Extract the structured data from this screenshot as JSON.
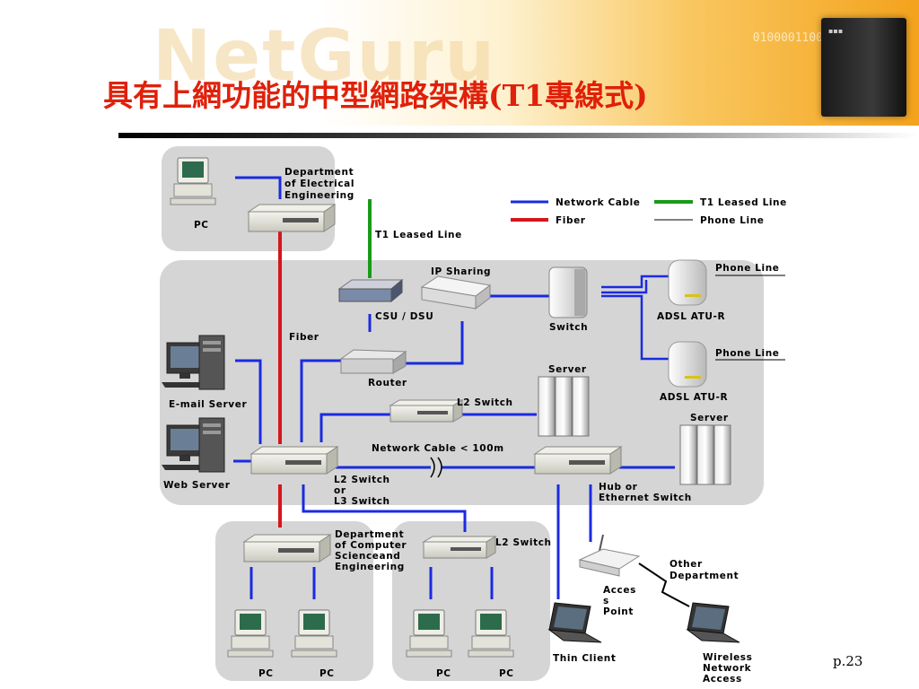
{
  "header": {
    "title": "具有上網功能的中型網路架構(T1專線式)",
    "page_number": "p.23"
  },
  "legend": {
    "network_cable": "Network Cable",
    "fiber": "Fiber",
    "t1_leased_line": "T1 Leased Line",
    "phone_line": "Phone Line"
  },
  "labels": {
    "dept_ee_line1": "Department",
    "dept_ee_line2": "of Electrical",
    "dept_ee_line3": "Engineering",
    "pc": "PC",
    "t1_leased_line": "T1 Leased Line",
    "ip_sharing": "IP Sharing",
    "csu_dsu": "CSU / DSU",
    "switch": "Switch",
    "phone_line_1": "Phone Line",
    "phone_line_2": "Phone Line",
    "adsl_1": "ADSL ATU-R",
    "adsl_2": "ADSL ATU-R",
    "fiber": "Fiber",
    "router": "Router",
    "server_1": "Server",
    "server_2": "Server",
    "email_server": "E-mail Server",
    "l2_switch_mid": "L2 Switch",
    "network_cable_100m": "Network Cable < 100m",
    "web_server": "Web Server",
    "l2l3_line1": "L2 Switch",
    "l2l3_line2": "or",
    "l2l3_line3": "L3 Switch",
    "hub_line1": "Hub or",
    "hub_line2": "Ethernet Switch",
    "dept_cs_line1": "Department",
    "dept_cs_line2": "of Computer",
    "dept_cs_line3": "Scienceand",
    "dept_cs_line4": "Engineering",
    "l2_switch_bottom": "L2 Switch",
    "other_dept_line1": "Other",
    "other_dept_line2": "Department",
    "access_line1": "Acces",
    "access_line2": "s",
    "access_line3": "Point",
    "thin_client": "Thin Client",
    "wireless_line1": "Wireless",
    "wireless_line2": "Network",
    "wireless_line3": "Access",
    "pc_b1": "PC",
    "pc_b2": "PC",
    "pc_b3": "PC",
    "pc_b4": "PC"
  },
  "colors": {
    "network_cable": "#1a2be0",
    "fiber": "#d4161b",
    "t1_line": "#1a9a1a",
    "phone_line": "#000000",
    "panel": "#d5d5d5",
    "title": "#e0200a"
  }
}
